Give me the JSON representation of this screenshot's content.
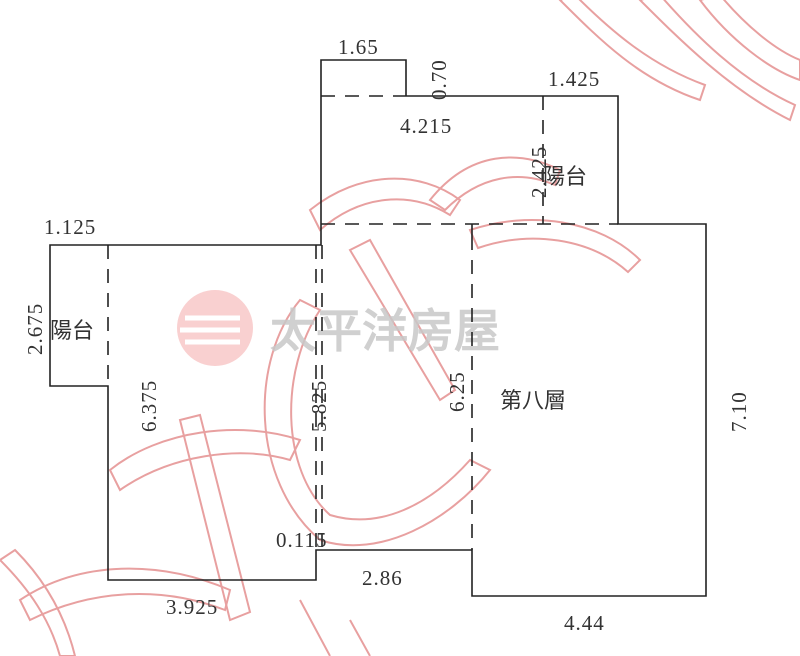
{
  "floor_label": "第八層",
  "balconies": [
    "陽台",
    "陽台"
  ],
  "dimensions": {
    "top_box_width": "1.65",
    "top_box_height": "0.70",
    "upper_balcony_width": "1.425",
    "upper_room_width": "4.215",
    "upper_balcony_depth": "2.425",
    "left_balcony_width": "1.125",
    "left_balcony_depth": "2.675",
    "left_room_depth": "6.375",
    "middle_depth": "5.825",
    "right_inner_depth": "6.25",
    "right_depth": "7.10",
    "step": "0.115",
    "middle_width": "2.86",
    "left_width": "3.925",
    "right_width": "4.44"
  },
  "watermark": {
    "brand": "太平洋房屋",
    "colors": {
      "stamp": "#e8a0a0",
      "brand": "#c8c8c8",
      "logo": "#f4a8a8"
    }
  }
}
